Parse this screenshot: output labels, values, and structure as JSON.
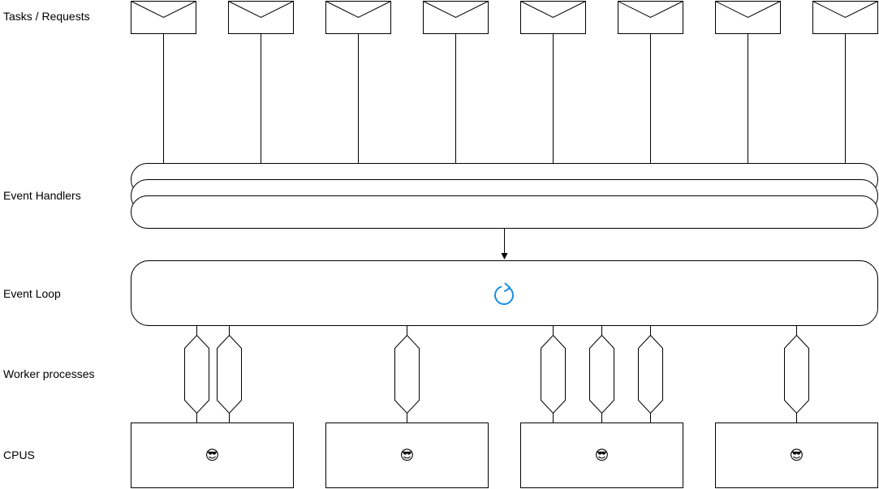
{
  "labels": {
    "tasks": "Tasks / Requests",
    "handlers": "Event Handlers",
    "loop": "Event Loop",
    "workers": "Worker processes",
    "cpus": "CPUS"
  },
  "envelope_count": 8,
  "cpu_emoji": "😎",
  "cpu_count": 4,
  "workers_per_cpu": [
    2,
    1,
    3,
    1
  ],
  "icons": {
    "loop": "refresh-icon",
    "envelope": "envelope-icon",
    "cpu": "sunglasses-emoji-icon"
  },
  "colors": {
    "stroke": "#000000",
    "loop_icon": "#1a8fe3"
  }
}
